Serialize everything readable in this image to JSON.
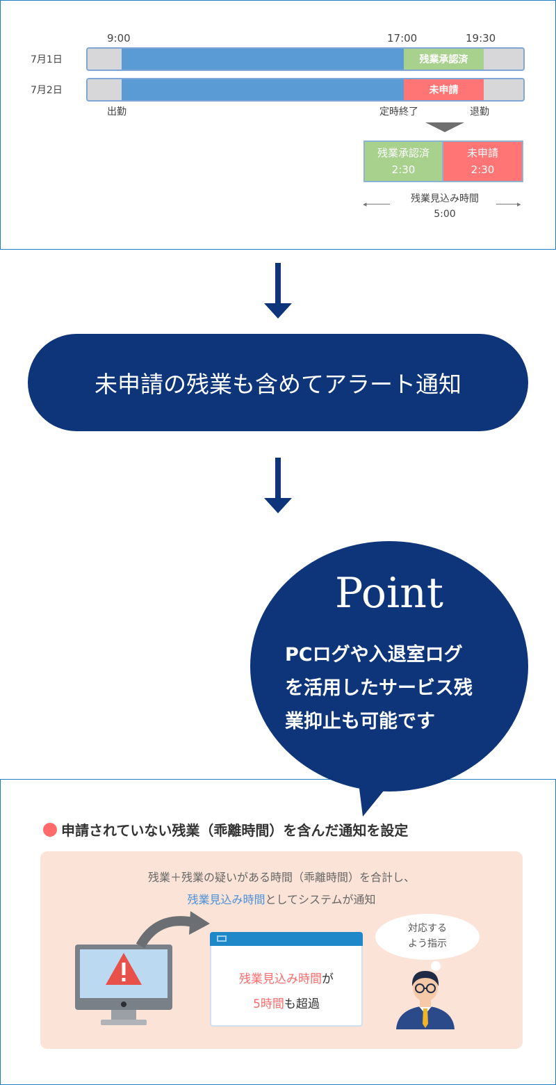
{
  "timeline": {
    "times": [
      "9:00",
      "17:00",
      "19:30"
    ],
    "rows": [
      {
        "date": "7月1日",
        "status": "残業承認済"
      },
      {
        "date": "7月2日",
        "status": "未申請"
      }
    ],
    "markers": [
      "出勤",
      "定時終了",
      "退勤"
    ],
    "summary": [
      {
        "label": "残業承認済",
        "value": "2:30"
      },
      {
        "label": "未申請",
        "value": "2:30"
      }
    ],
    "total_label": "残業見込み時間",
    "total_value": "5:00"
  },
  "alert_text": "未申請の残業も含めてアラート通知",
  "point": {
    "title": "Point",
    "lines": [
      "PCログや入退室ログ",
      "を活用したサービス残",
      "業抑止も可能です"
    ]
  },
  "bottom": {
    "heading": "申請されていない残業（乖離時間）を含んだ通知を設定",
    "explain_line1": "残業＋残業の疑いがある時間（乖離時間）を合計し、",
    "explain_hl": "残業見込み時間",
    "explain_line2_rest": "としてシステムが通知",
    "window_hl1": "残業見込み時間",
    "window_t1": "が",
    "window_hl2": "5時間",
    "window_t2": "も超過",
    "think_line1": "対応する",
    "think_line2": "よう指示"
  },
  "colors": {
    "navy": "#0e3579",
    "approved_green": "#a9d18e",
    "unapplied_red": "#ff7575",
    "work_blue": "#5b9bd5"
  }
}
